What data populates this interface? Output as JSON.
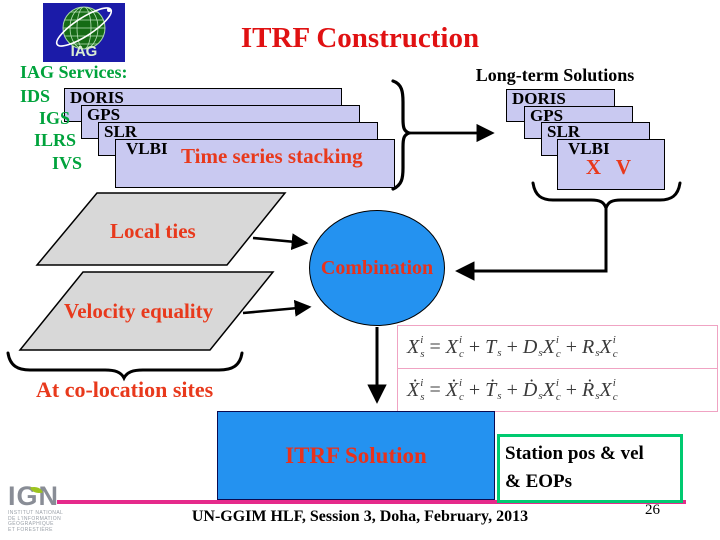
{
  "slide": {
    "title": "ITRF Construction",
    "footer": "UN-GGIM HLF, Session 3, Doha, February, 2013",
    "page_number": "26"
  },
  "iag_logo": {
    "text": "IAG"
  },
  "services": {
    "heading": "IAG Services:",
    "items": [
      "IDS",
      "IGS",
      "ILRS",
      "IVS"
    ]
  },
  "left_stack": {
    "boxes": [
      "DORIS",
      "GPS",
      "SLR",
      "VLBI"
    ],
    "caption": "Time series stacking"
  },
  "right_stack": {
    "heading": "Long-term Solutions",
    "boxes": [
      "DORIS",
      "GPS",
      "SLR",
      "VLBI"
    ],
    "caption": "X V"
  },
  "inputs": {
    "local_ties": "Local ties",
    "velocity_equality": "Velocity equality",
    "brace_label": "At co-location sites"
  },
  "combination": {
    "label": "Combination"
  },
  "formulas": {
    "eq1": [
      {
        "b": "X",
        "sup": "i",
        "sub": "s"
      },
      {
        "b": "="
      },
      {
        "b": "X",
        "sup": "i",
        "sub": "c"
      },
      {
        "b": "+"
      },
      {
        "b": "T",
        "sub": "s"
      },
      {
        "b": "+"
      },
      {
        "b": "D",
        "sub": "s"
      },
      {
        "b": "X",
        "sup": "i",
        "sub": "c"
      },
      {
        "b": "+"
      },
      {
        "b": "R",
        "sub": "s"
      },
      {
        "b": "X",
        "sup": "i",
        "sub": "c"
      }
    ],
    "eq2": [
      {
        "b": "Ẋ",
        "sup": "i",
        "sub": "s"
      },
      {
        "b": "="
      },
      {
        "b": "Ẋ",
        "sup": "i",
        "sub": "c"
      },
      {
        "b": "+"
      },
      {
        "b": "Ṫ",
        "sub": "s"
      },
      {
        "b": "+"
      },
      {
        "b": "Ḋ",
        "sub": "s"
      },
      {
        "b": "X",
        "sup": "i",
        "sub": "c"
      },
      {
        "b": "+"
      },
      {
        "b": "Ṙ",
        "sub": "s"
      },
      {
        "b": "X",
        "sup": "i",
        "sub": "c"
      }
    ]
  },
  "itrf": {
    "label": "ITRF Solution"
  },
  "station_box": {
    "line1": "Station pos & vel",
    "line2": "& EOPs"
  },
  "ign_logo": {
    "name": "IGN",
    "lines": [
      "INSTITUT NATIONAL",
      "DE L'INFORMATION",
      "GÉOGRAPHIQUE",
      "ET FORESTIÈRE"
    ]
  },
  "colors": {
    "title_red": "#e01112",
    "red_orange_text": "#e8391c",
    "green_label": "#00a33c",
    "box_lavender": "#c9c9f1",
    "shape_blue": "#2492f0",
    "parallelogram_gray": "#d8d8d8",
    "formula_border_pink": "#f0a3c3",
    "magenta_line": "#e52a8b",
    "station_border_green": "#00ca70"
  }
}
